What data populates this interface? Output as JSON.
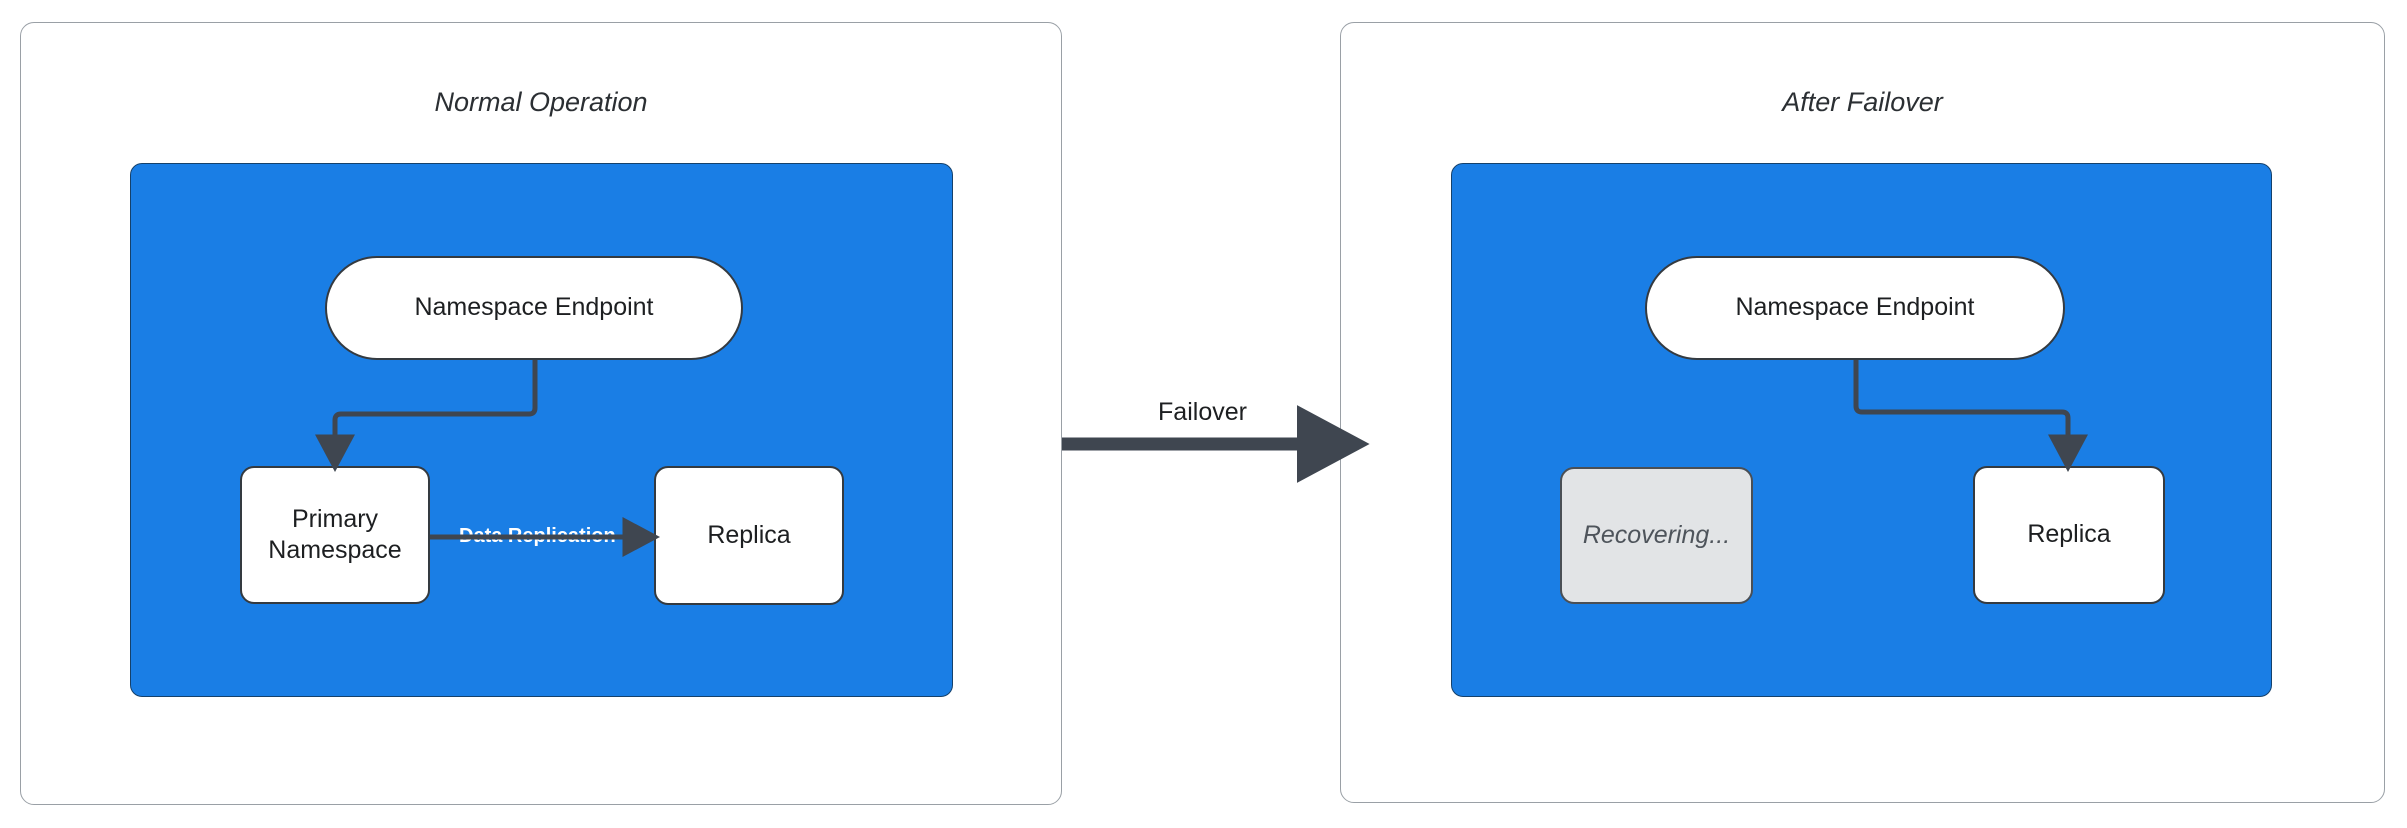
{
  "diagram": {
    "type": "flow-diagram",
    "background": "#ffffff",
    "accent_blue": "#1a7ee5",
    "edge_color": "#3f4650",
    "node_fill": "#ffffff",
    "disabled_fill": "#e2e4e6",
    "panels": [
      {
        "id": "normal-operation",
        "title": "Normal Operation",
        "nodes": [
          {
            "id": "endpoint-left",
            "label": "Namespace Endpoint",
            "shape": "pill",
            "state": "active"
          },
          {
            "id": "primary-left",
            "label": "Primary Namespace",
            "shape": "rounded",
            "state": "active"
          },
          {
            "id": "replica-left",
            "label": "Replica",
            "shape": "rounded",
            "state": "active"
          }
        ],
        "edges": [
          {
            "from": "endpoint-left",
            "to": "primary-left",
            "label": ""
          },
          {
            "from": "primary-left",
            "to": "replica-left",
            "label": "Data Replication"
          }
        ]
      },
      {
        "id": "after-failover",
        "title": "After Failover",
        "nodes": [
          {
            "id": "endpoint-right",
            "label": "Namespace Endpoint",
            "shape": "pill",
            "state": "active"
          },
          {
            "id": "recovering-right",
            "label": "Recovering...",
            "shape": "rounded",
            "state": "disabled"
          },
          {
            "id": "replica-right",
            "label": "Replica",
            "shape": "rounded",
            "state": "active"
          }
        ],
        "edges": [
          {
            "from": "endpoint-right",
            "to": "replica-right",
            "label": ""
          }
        ]
      }
    ],
    "transition": {
      "label": "Failover",
      "from_panel": "normal-operation",
      "to_panel": "after-failover"
    }
  }
}
